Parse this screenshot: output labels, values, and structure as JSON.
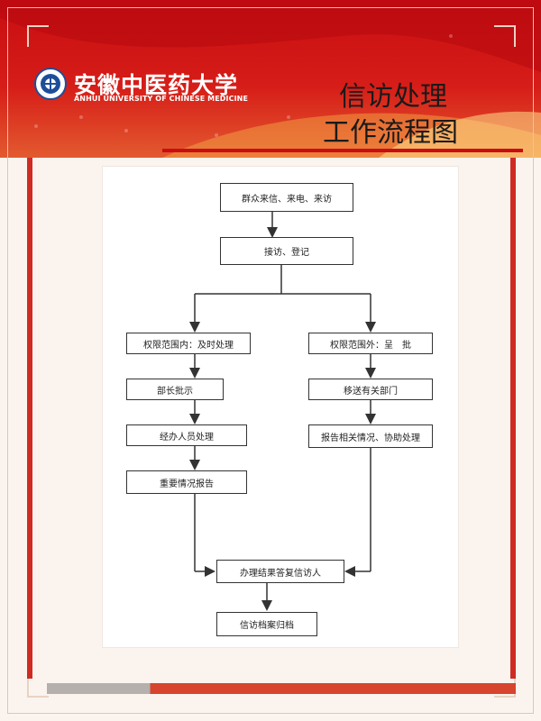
{
  "header": {
    "university_cn": "安徽中医药大学",
    "university_en": "ANHUI UNIVERSITY OF CHINESE MEDICINE",
    "title_line1": "信访处理",
    "title_line2": "工作流程图"
  },
  "colors": {
    "brand_red": "#c90d12",
    "accent_orange": "#e35a2f",
    "panel_bg": "#ffffff",
    "page_bg": "#fbf4ee"
  },
  "flow": {
    "start": "群众来信、来电、来访",
    "register": "接访、登记",
    "left_branch": {
      "step1": "权限范围内：及时处理",
      "step2": "部长批示",
      "step3": "经办人员处理",
      "step4": "重要情况报告"
    },
    "right_branch": {
      "step1": "权限范围外：呈　批",
      "step2": "移送有关部门",
      "step3": "报告相关情况、协助处理"
    },
    "reply": "办理结果答复信访人",
    "archive": "信访档案归档"
  }
}
